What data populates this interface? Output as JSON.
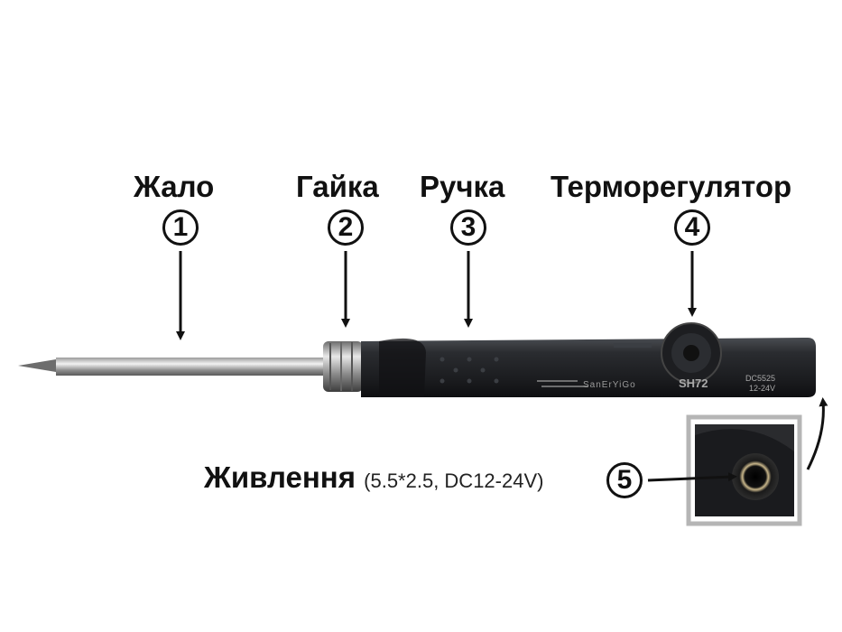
{
  "parts": [
    {
      "id": "tip",
      "label": "Жало",
      "number": "1"
    },
    {
      "id": "nut",
      "label": "Гайка",
      "number": "2"
    },
    {
      "id": "handle",
      "label": "Ручка",
      "number": "3"
    },
    {
      "id": "thermostat",
      "label": "Терморегулятор",
      "number": "4"
    },
    {
      "id": "power",
      "label": "Живлення",
      "spec": "(5.5*2.5, DC12-24V)",
      "number": "5"
    }
  ],
  "iron_markings": {
    "brand": "SanErYiGo",
    "model": "SH72",
    "connector": "DC5525",
    "voltage": "12-24V"
  }
}
